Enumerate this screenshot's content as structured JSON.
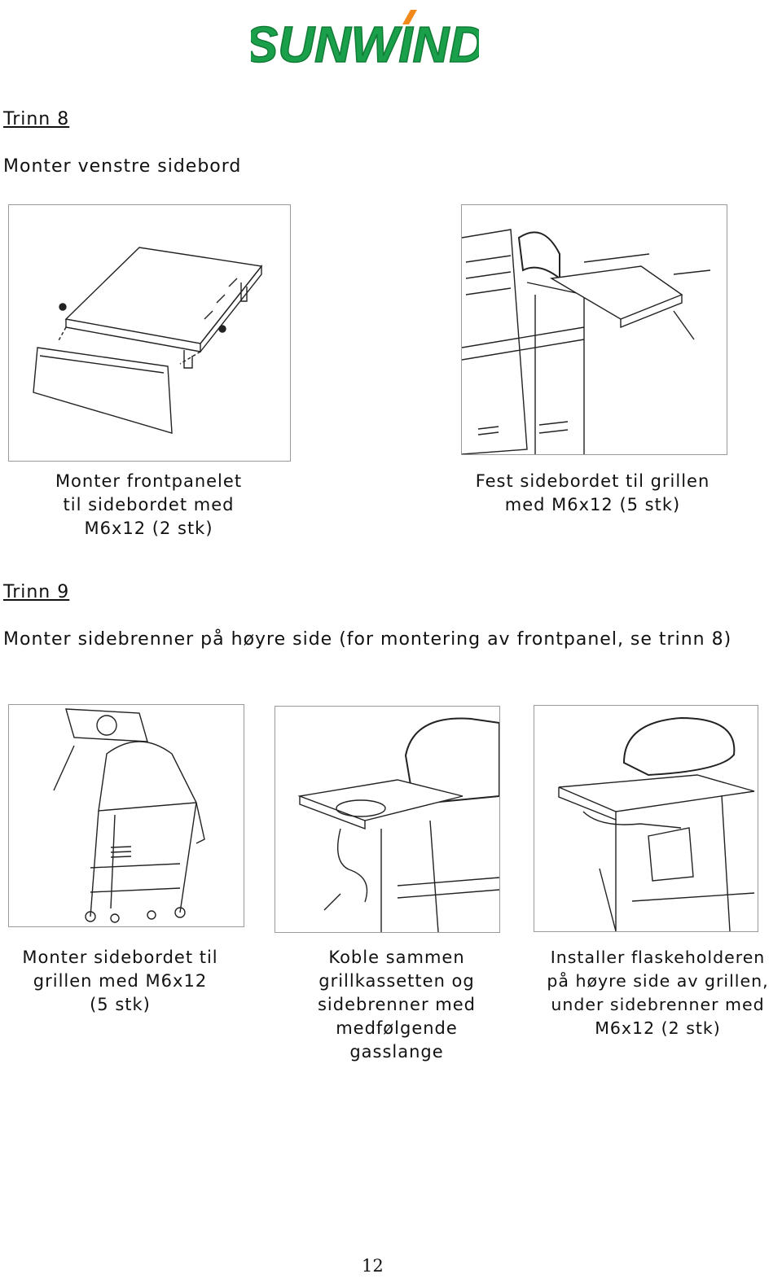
{
  "brand": {
    "name": "SUNWIND",
    "color": "#1aa04a",
    "accent": "#f08a1c"
  },
  "step8": {
    "title": "Trinn 8",
    "subtitle": "Monter venstre sidebord",
    "captions": [
      [
        "Monter frontpanelet",
        "til sidebordet med",
        "M6x12 (2 stk)"
      ],
      [
        "Fest sidebordet til grillen",
        "med M6x12 (5 stk)"
      ]
    ]
  },
  "step9": {
    "title": "Trinn 9",
    "subtitle": "Monter sidebrenner på høyre side (for montering av frontpanel, se trinn 8)",
    "captions": [
      [
        "Monter sidebordet til",
        "grillen med M6x12",
        "(5 stk)"
      ],
      [
        "Koble sammen",
        "grillkassetten og",
        "sidebrenner med",
        "medfølgende",
        "gasslange"
      ],
      [
        "Installer flaskeholderen",
        "på høyre side av grillen,",
        "under sidebrenner med",
        "M6x12 (2 stk)"
      ]
    ]
  },
  "page_number": "12"
}
